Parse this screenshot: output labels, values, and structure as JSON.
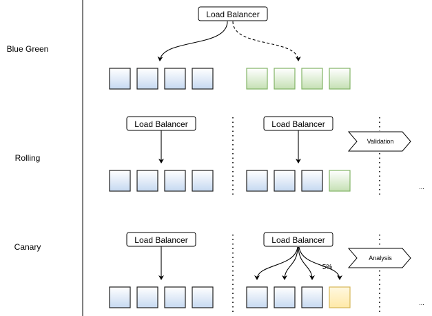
{
  "rows": {
    "blue_green": "Blue Green",
    "rolling": "Rolling",
    "canary": "Canary"
  },
  "load_balancer": "Load Balancer",
  "validation": "Validation",
  "analysis": "Analysis",
  "traffic_percent": "5%",
  "ellipsis": "...",
  "colors": {
    "blue_fill": "#dae8fc",
    "green_fill": "#d5e8d4",
    "green_stroke": "#82b366",
    "yellow_fill": "#fff2cc",
    "yellow_stroke": "#d6b656"
  }
}
